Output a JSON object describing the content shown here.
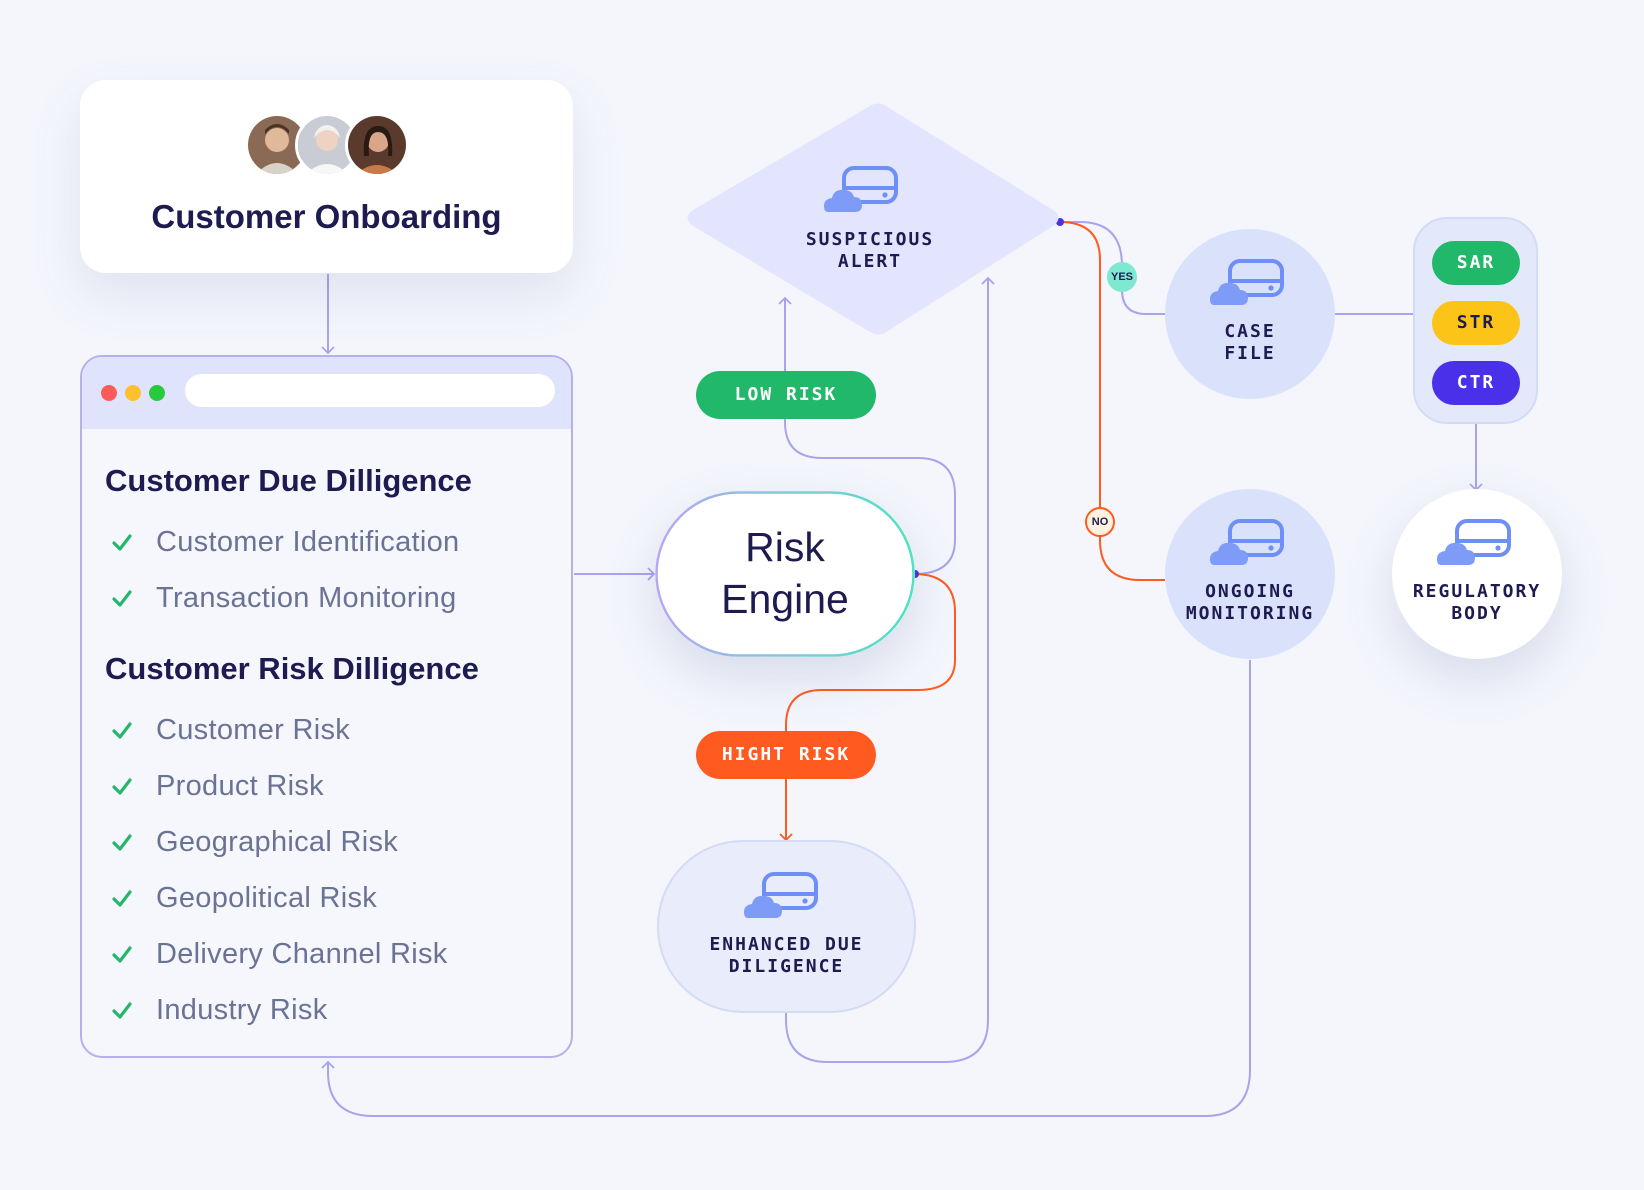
{
  "onboarding": {
    "title": "Customer Onboarding"
  },
  "due_diligence": {
    "heading": "Customer Due Dilligence",
    "items": [
      "Customer Identification",
      "Transaction Monitoring"
    ]
  },
  "risk_diligence": {
    "heading": "Customer Risk Dilligence",
    "items": [
      "Customer Risk",
      "Product Risk",
      "Geographical Risk",
      "Geopolitical Risk",
      "Delivery Channel Risk",
      "Industry Risk"
    ]
  },
  "risk_engine": {
    "line1": "Risk",
    "line2": "Engine"
  },
  "suspicious_alert": {
    "line1": "SUSPICIOUS",
    "line2": "ALERT"
  },
  "low_risk": {
    "label": "LOW RISK"
  },
  "high_risk": {
    "label": "HIGHT RISK"
  },
  "enhanced_due_diligence": {
    "line1": "ENHANCED DUE",
    "line2": "DILIGENCE"
  },
  "case_file": {
    "line1": "CASE",
    "line2": "FILE"
  },
  "ongoing_monitoring": {
    "line1": "ONGOING",
    "line2": "MONITORING"
  },
  "regulatory_body": {
    "line1": "REGULATORY",
    "line2": "BODY"
  },
  "reports": [
    "SAR",
    "STR",
    "CTR"
  ],
  "badges": {
    "yes": "YES",
    "no": "NO"
  },
  "colors": {
    "navy": "#1e1b50",
    "lavender_line": "#a9a2ec",
    "orange": "#ff5a1f",
    "green": "#22b86a",
    "yellow": "#fcc419",
    "violet": "#4a30e8",
    "icon_blue": "#6e8ff5",
    "check_green": "#22b86a"
  },
  "icons": {
    "node": "cloud-server-icon",
    "check": "check-icon"
  }
}
